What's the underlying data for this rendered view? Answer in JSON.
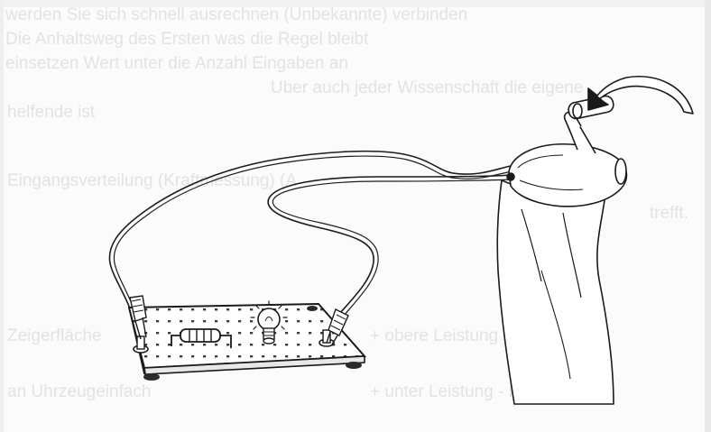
{
  "ghost_text": [
    "werden Sie sich schnell ausrechnen (Unbekannte) verbinden",
    "Die Anhaltsweg des Ersten was die Regel bleibt",
    "einsetzen Wert unter die Anzahl Eingaben an",
    "Uber auch jeder Wissenschaft die eigene",
    "helfende ist",
    "Eingangsverteilung (Kraftmessung) (A",
    "trefft.",
    "Zeigerfläche",
    "+ obere Leistung   - Pol",
    "an Uhrzeugeinfach",
    "+ unter Leistung   - Pol"
  ]
}
